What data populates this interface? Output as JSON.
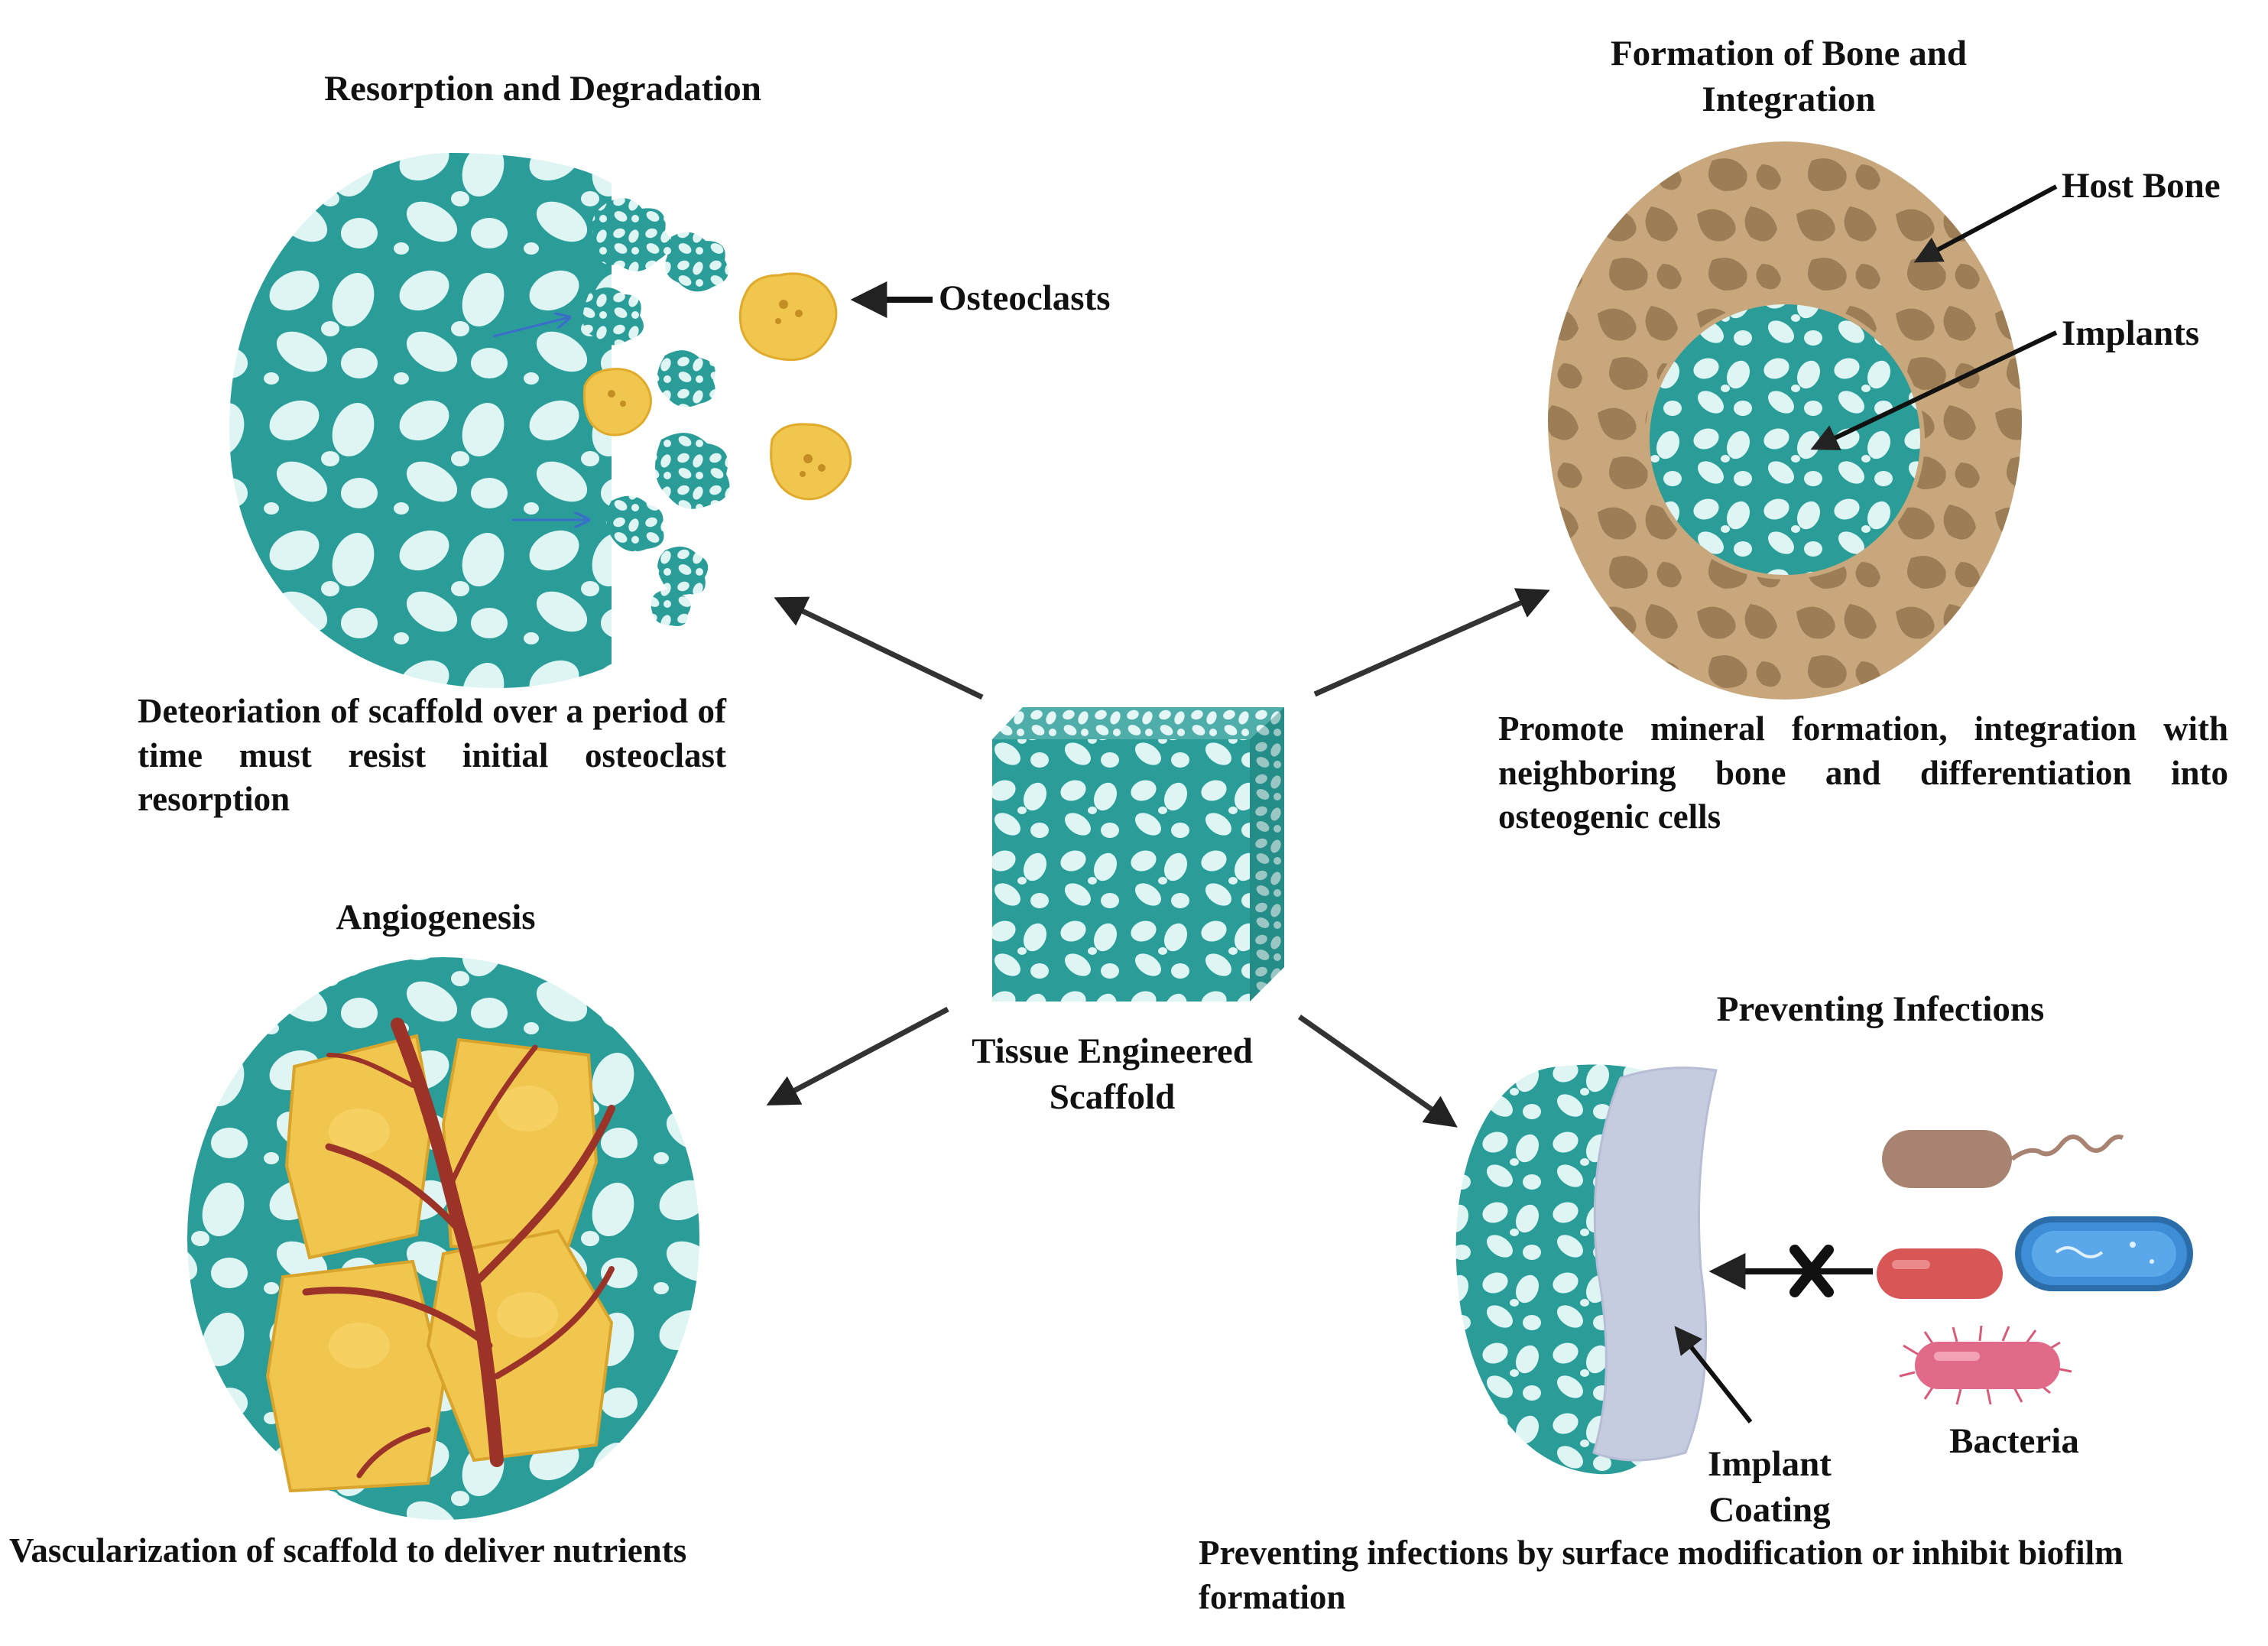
{
  "center": {
    "label": "Tissue Engineered Scaffold"
  },
  "resorption": {
    "title": "Resorption and Degradation",
    "osteoclasts_label": "Osteoclasts",
    "description": "Deteoriation of scaffold over a period of time must resist initial osteoclast resorption"
  },
  "bone_formation": {
    "title": "Formation of Bone and Integration",
    "host_bone_label": "Host Bone",
    "implants_label": "Implants",
    "description": "Promote mineral formation, integration with neighboring bone and differentiation into osteogenic cells"
  },
  "angiogenesis": {
    "title": "Angiogenesis",
    "description": "Vascularization of  scaffold to deliver nutrients"
  },
  "infections": {
    "title": "Preventing Infections",
    "coating_label": "Implant Coating",
    "bacteria_label": "Bacteria",
    "description": "Preventing infections by surface modification or inhibit biofilm formation"
  },
  "colors": {
    "scaffold_teal": "#2a9d98",
    "scaffold_light": "#dff5f4",
    "host_bone": "#c7a77b",
    "osteoclast_yellow": "#f1c64e",
    "vessel_red": "#9c3328",
    "coating": "#c6cce0"
  }
}
